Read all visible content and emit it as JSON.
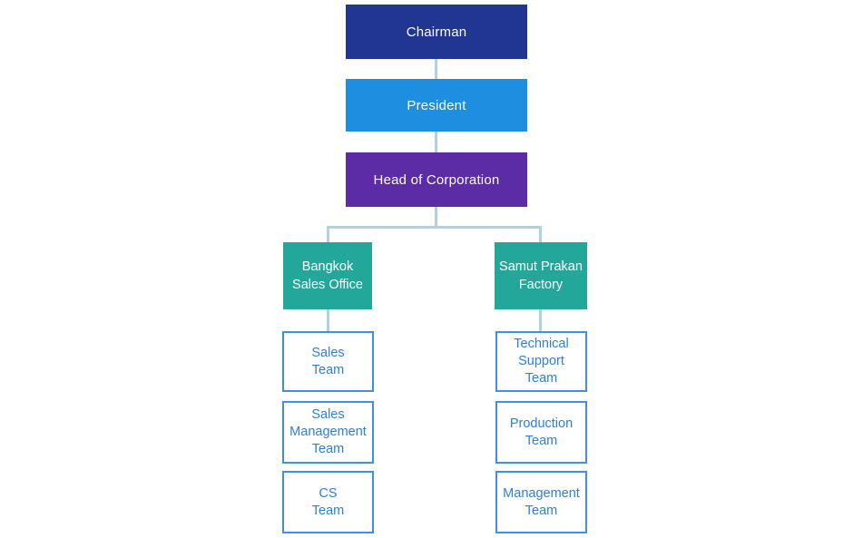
{
  "org_chart": {
    "nodes": {
      "chairman": {
        "label": "Chairman",
        "level": 1,
        "bg_color": "#213592",
        "text_color": "#ffffff"
      },
      "president": {
        "label": "President",
        "level": 2,
        "bg_color": "#1e8fe0",
        "text_color": "#ffffff"
      },
      "head_of_corporation": {
        "label": "Head of Corporation",
        "level": 3,
        "bg_color": "#5c2ba6",
        "text_color": "#ffffff"
      },
      "bangkok_sales_office": {
        "label": "Bangkok\nSales Office",
        "level": 4,
        "bg_color": "#23a79b",
        "text_color": "#ffffff"
      },
      "samut_prakan_factory": {
        "label": "Samut Prakan\nFactory",
        "level": 4,
        "bg_color": "#23a79b",
        "text_color": "#ffffff"
      },
      "sales_team": {
        "label": "Sales\nTeam",
        "level": 5,
        "bg_color": "#ffffff",
        "border_color": "#3f8fe6",
        "text_color": "#2e7fdb"
      },
      "sales_management_team": {
        "label": "Sales\nManagement\nTeam",
        "level": 5,
        "bg_color": "#ffffff",
        "border_color": "#3f8fe6",
        "text_color": "#2e7fdb"
      },
      "cs_team": {
        "label": "CS\nTeam",
        "level": 5,
        "bg_color": "#ffffff",
        "border_color": "#3f8fe6",
        "text_color": "#2e7fdb"
      },
      "technical_support_team": {
        "label": "Technical\nSupport\nTeam",
        "level": 5,
        "bg_color": "#ffffff",
        "border_color": "#3f8fe6",
        "text_color": "#2e7fdb"
      },
      "production_team": {
        "label": "Production\nTeam",
        "level": 5,
        "bg_color": "#ffffff",
        "border_color": "#3f8fe6",
        "text_color": "#2e7fdb"
      },
      "management_team": {
        "label": "Management\nTeam",
        "level": 5,
        "bg_color": "#ffffff",
        "border_color": "#3f8fe6",
        "text_color": "#2e7fdb"
      }
    },
    "edges": [
      [
        "chairman",
        "president"
      ],
      [
        "president",
        "head_of_corporation"
      ],
      [
        "head_of_corporation",
        "bangkok_sales_office"
      ],
      [
        "head_of_corporation",
        "samut_prakan_factory"
      ],
      [
        "bangkok_sales_office",
        "sales_team"
      ],
      [
        "bangkok_sales_office",
        "sales_management_team"
      ],
      [
        "bangkok_sales_office",
        "cs_team"
      ],
      [
        "samut_prakan_factory",
        "technical_support_team"
      ],
      [
        "samut_prakan_factory",
        "production_team"
      ],
      [
        "samut_prakan_factory",
        "management_team"
      ]
    ],
    "connector_color": "#aed2e4",
    "background_color": "#ffffff"
  }
}
